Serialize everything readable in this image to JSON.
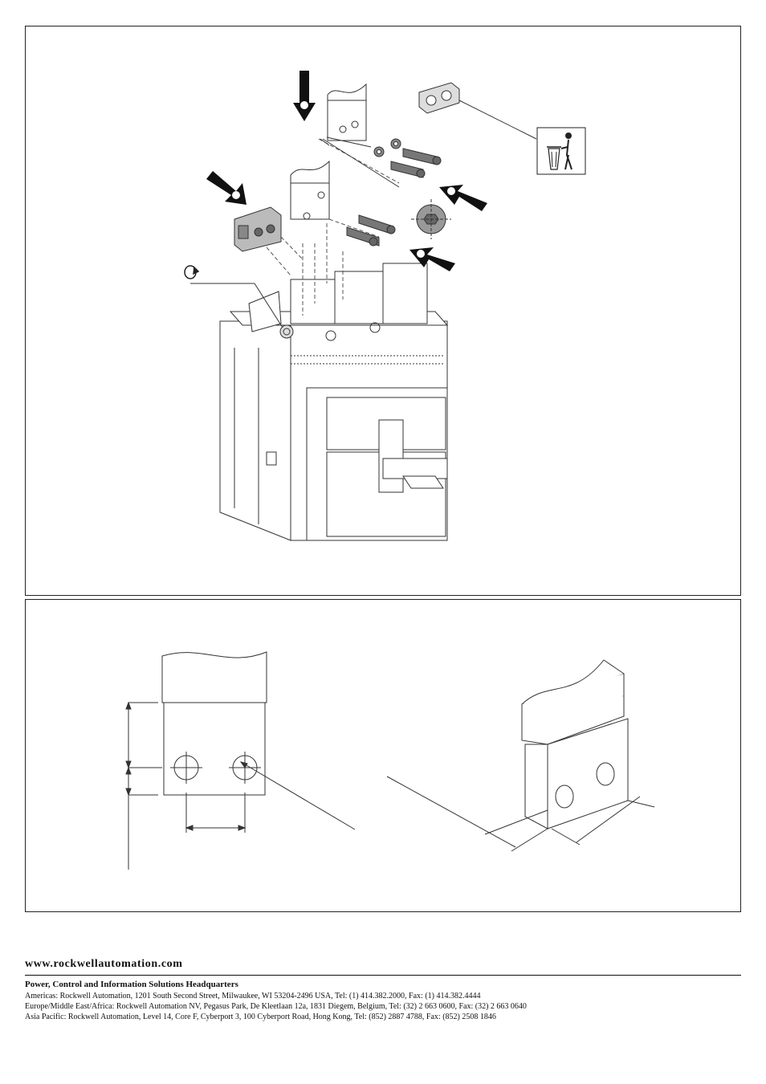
{
  "footer": {
    "website": "www.rockwellautomation.com",
    "headquarters": "Power, Control and Information Solutions Headquarters",
    "addresses": [
      "Americas: Rockwell Automation, 1201 South Second Street, Milwaukee, WI 53204-2496 USA, Tel: (1) 414.382.2000, Fax: (1) 414.382.4444",
      "Europe/Middle East/Africa: Rockwell Automation NV, Pegasus Park, De Kleetlaan 12a, 1831 Diegem, Belgium, Tel: (32) 2 663 0600, Fax: (32) 2 663 0640",
      "Asia Pacific: Rockwell Automation, Level 14, Core F, Cyberport 3, 100 Cyberport Road, Hong Kong, Tel: (852) 2887 4788, Fax: (852) 2508 1846"
    ]
  },
  "figures": {
    "assembly_icons": [
      "down-arrow-icon",
      "diagonal-arrow-icon",
      "recycle-bin-icon",
      "rotation-icon"
    ],
    "dimension_icons": [
      "dimension-line-icon"
    ]
  }
}
